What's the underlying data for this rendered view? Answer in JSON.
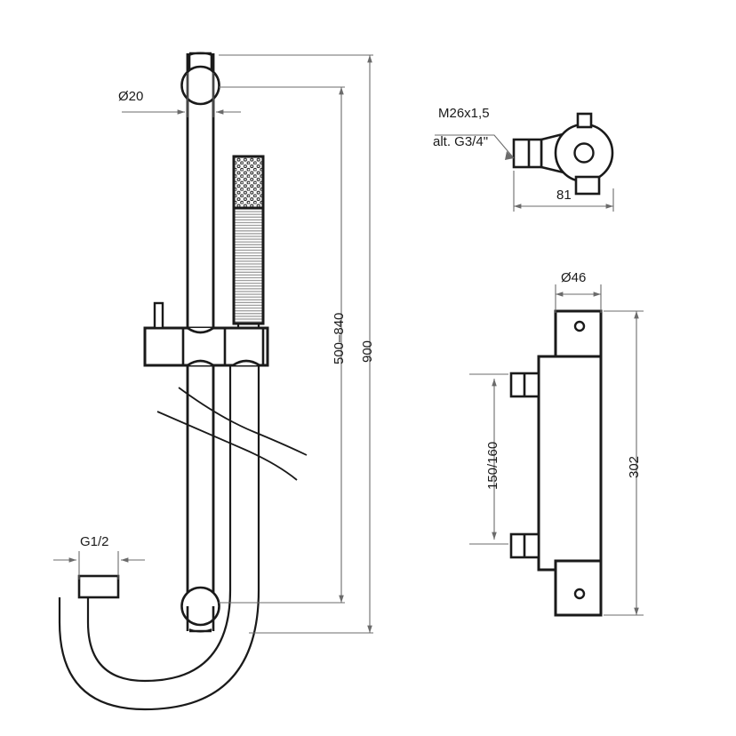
{
  "drawing": {
    "title": "Shower rail set and thermostatic mixer dimensional drawing",
    "line_color": "#1a1a1a",
    "thin_line_color": "#6b6b6b",
    "background": "#ffffff"
  },
  "views": {
    "rail_set": {
      "name": "Shower rail with hand shower and hose",
      "dimensions": {
        "rail_diameter": "Ø20",
        "slider_travel": "500–840",
        "overall_height": "900",
        "hose_connection": "G1/2"
      },
      "parts": {
        "top_bracket": "top-rail-bracket",
        "bottom_bracket": "bottom-rail-bracket",
        "slider_holder": "slider-holder",
        "hand_shower": "hand-shower",
        "spray_face": "spray-face",
        "hose": "shower-hose",
        "break_lines": "break-lines"
      }
    },
    "valve_detail": {
      "name": "Eccentric connector detail",
      "dimensions": {
        "thread": "M26x1,5",
        "alt_thread": "alt. G3/4\"",
        "width": "81"
      }
    },
    "thermostat": {
      "name": "Thermostatic mixer side view",
      "dimensions": {
        "body_diameter": "Ø46",
        "outlet_spacing": "150/160",
        "overall_length": "302"
      }
    }
  },
  "labels": {
    "dia20": "Ø20",
    "travel": "500–840",
    "height": "900",
    "g12": "G1/2",
    "m26": "M26x1,5",
    "altg34": "alt. G3/4\"",
    "w81": "81",
    "dia46": "Ø46",
    "spacing": "150/160",
    "len302": "302"
  }
}
